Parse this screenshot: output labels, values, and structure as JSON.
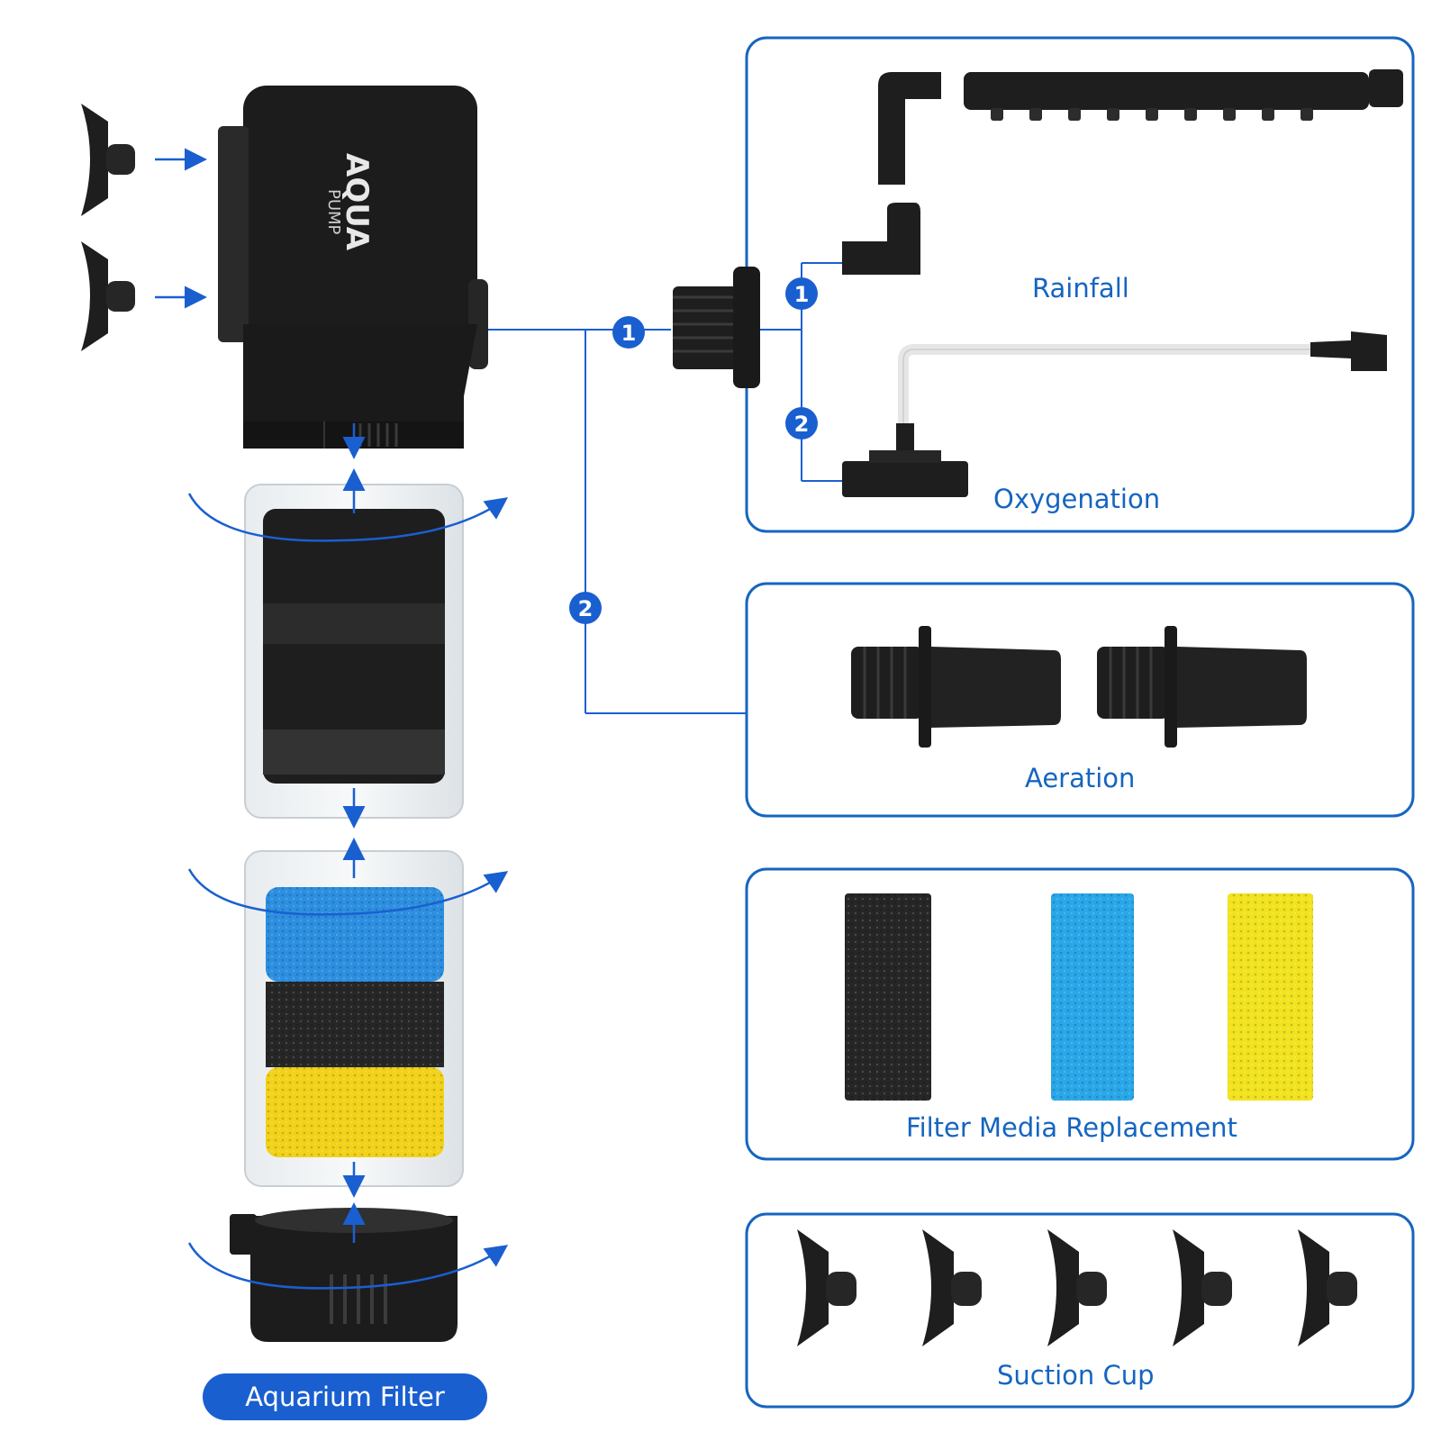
{
  "pump": {
    "brand": "AQUA",
    "sub": "PUMP"
  },
  "markers": {
    "one": "1",
    "two": "2"
  },
  "labels": {
    "rainfall": "Rainfall",
    "oxygenation": "Oxygenation",
    "aeration": "Aeration",
    "filter_media": "Filter Media Replacement",
    "suction_cup": "Suction Cup",
    "aquarium_filter": "Aquarium Filter"
  },
  "colors": {
    "accent": "#1a5fd0",
    "panel_border": "#1565c0",
    "part_black": "#1c1c1c",
    "sponge_blue": "#2aa7e8",
    "sponge_yellow": "#f2e320",
    "sponge_black": "#262626"
  }
}
